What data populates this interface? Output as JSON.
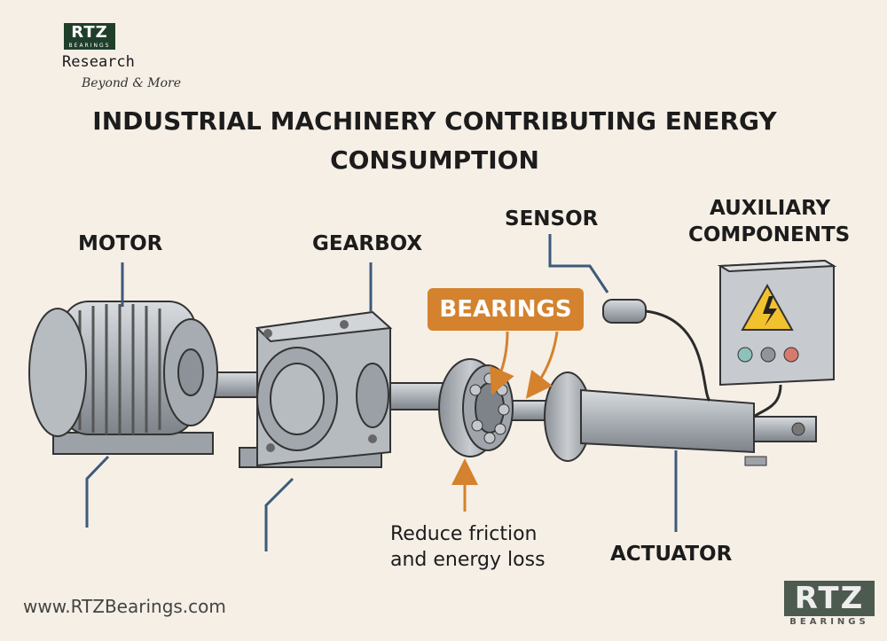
{
  "brand": {
    "logo_text": "RTZ",
    "logo_subtext": "BEARINGS",
    "name": "Research",
    "tagline": "Beyond & More"
  },
  "title": {
    "line1": "INDUSTRIAL MACHINERY CONTRIBUTING ENERGY",
    "line2": "CONSUMPTION"
  },
  "labels": {
    "motor": "MOTOR",
    "gearbox": "GEARBOX",
    "sensor": "SENSOR",
    "auxiliary_line1": "AUXILIARY",
    "auxiliary_line2": "COMPONENTS",
    "bearings": "BEARINGS",
    "actuator": "ACTUATOR"
  },
  "note": {
    "line1": "Reduce friction",
    "line2": "and energy loss"
  },
  "footer": {
    "url": "www.RTZBearings.com",
    "logo_text": "RTZ",
    "logo_subtext": "BEARINGS"
  },
  "colors": {
    "accent": "#d4822e",
    "leader_line": "#3d5a7a",
    "brand_green": "#1f3f2b"
  },
  "icons": {
    "warning": "high-voltage-warning-icon"
  }
}
